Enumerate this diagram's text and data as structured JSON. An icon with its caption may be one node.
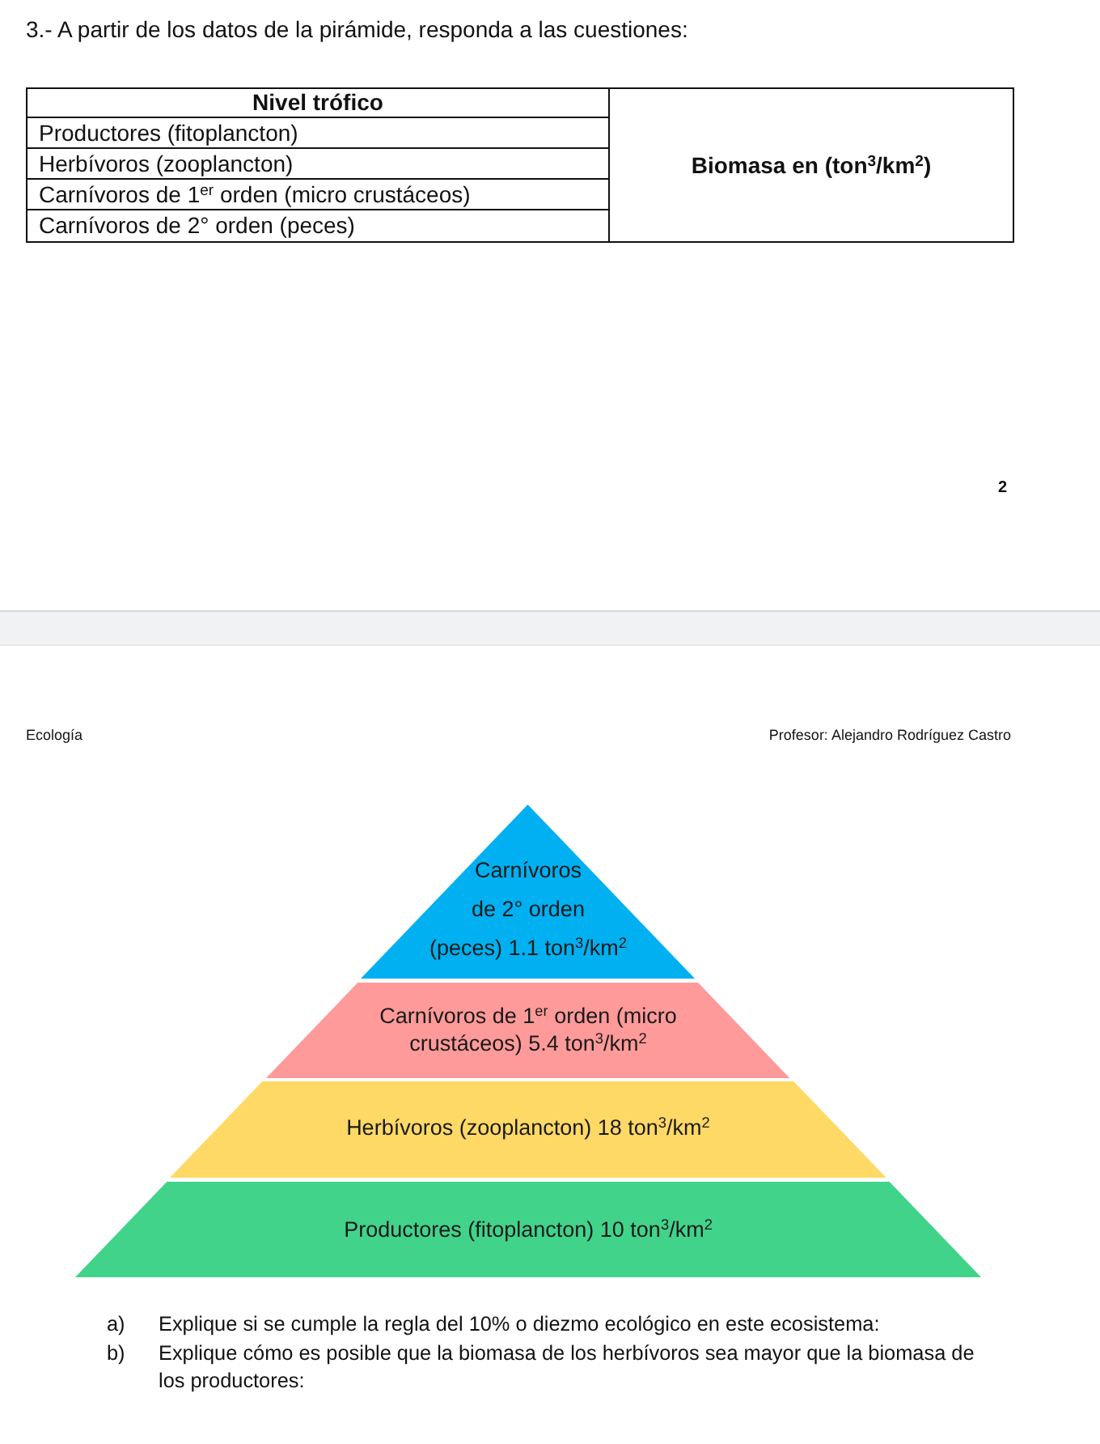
{
  "diagram": {
    "title": "3.- A partir de los datos de la pirámide, responda a las cuestiones:",
    "nodes": [
      {
        "text": [
          "Carnívoros de 2° orden (peces) 1.1 ton$^{3}$/km$^{2}$"
        ]
      },
      {
        "text": [
          "Carnívoros de 1$^{er}$ orden (micro crustáceos) 5.4 ton$^{3}$/km$^{2}$"
        ]
      },
      {
        "text": [
          "Herbívoros (zooplancton) 18 ton$^{3}$/km$^{2}$"
        ]
      },
      {
        "text": [
          "Productores (fitoplancton) 10 ton$^{3}$/km$^{2}$"
        ]
      }
    ],
    "labels": [
      "Nivel trófico",
      "Biomasa en (ton$^{3}$/km$^{2}$)",
      "Productores (fitoplancton)",
      "Herbívoros (zooplancton)",
      "Carnívoros de 1$^{er}$ orden (micro crustáceos)",
      "Carnívoros de 2° orden (peces)",
      "2",
      "Ecología",
      "Profesor: Alejandro Rodríguez Castro",
      "a)",
      "Explique si se cumple la regla del 10% o diezmo ecológico en este ecosistema:",
      "b)",
      "Explique cómo es posible que la biomasa de los herbívoros sea mayor que la biomasa de los productores:"
    ]
  }
}
